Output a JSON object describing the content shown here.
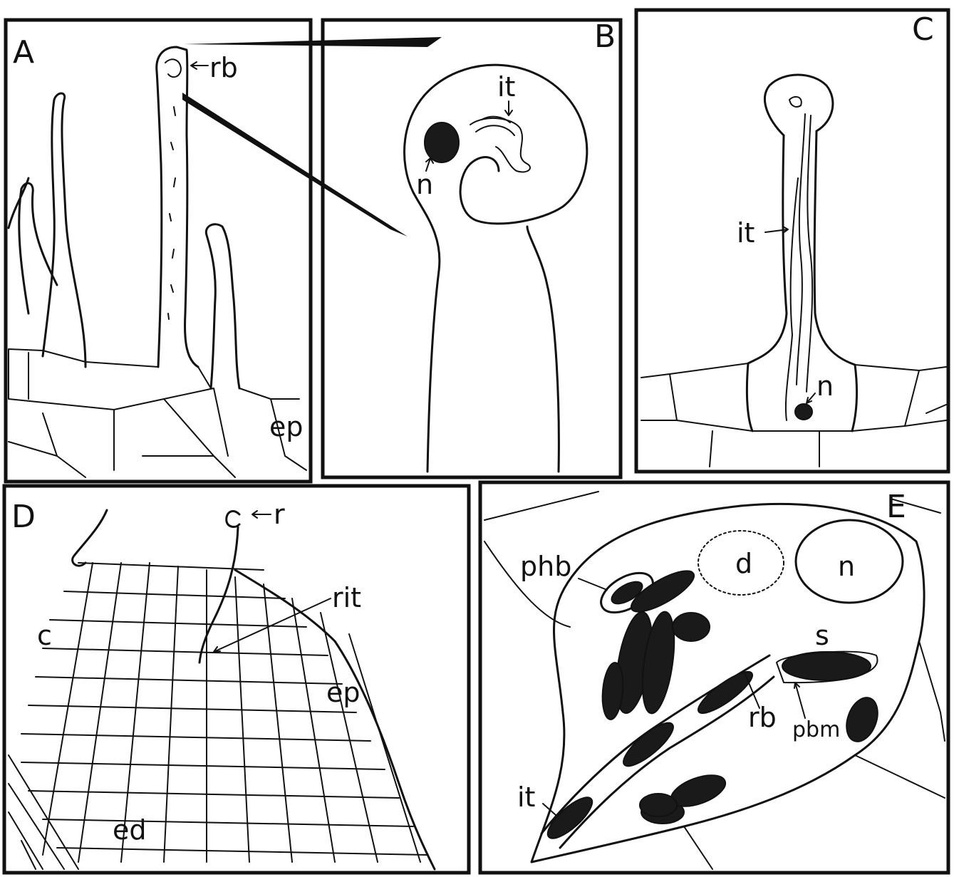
{
  "panels": {
    "A": {
      "letter": "A",
      "labels": {
        "rb": "rb",
        "ep": "ep"
      }
    },
    "B": {
      "letter": "B",
      "labels": {
        "it": "it",
        "n": "n"
      }
    },
    "C": {
      "letter": "C",
      "labels": {
        "it": "it",
        "n": "n"
      }
    },
    "D": {
      "letter": "D",
      "labels": {
        "r": "r",
        "rit": "rit",
        "c": "c",
        "ep": "ep",
        "ed": "ed"
      }
    },
    "E": {
      "letter": "E",
      "labels": {
        "phb": "phb",
        "d": "d",
        "n": "n",
        "s": "s",
        "rb": "rb",
        "pbm": "pbm",
        "it": "it"
      }
    }
  }
}
